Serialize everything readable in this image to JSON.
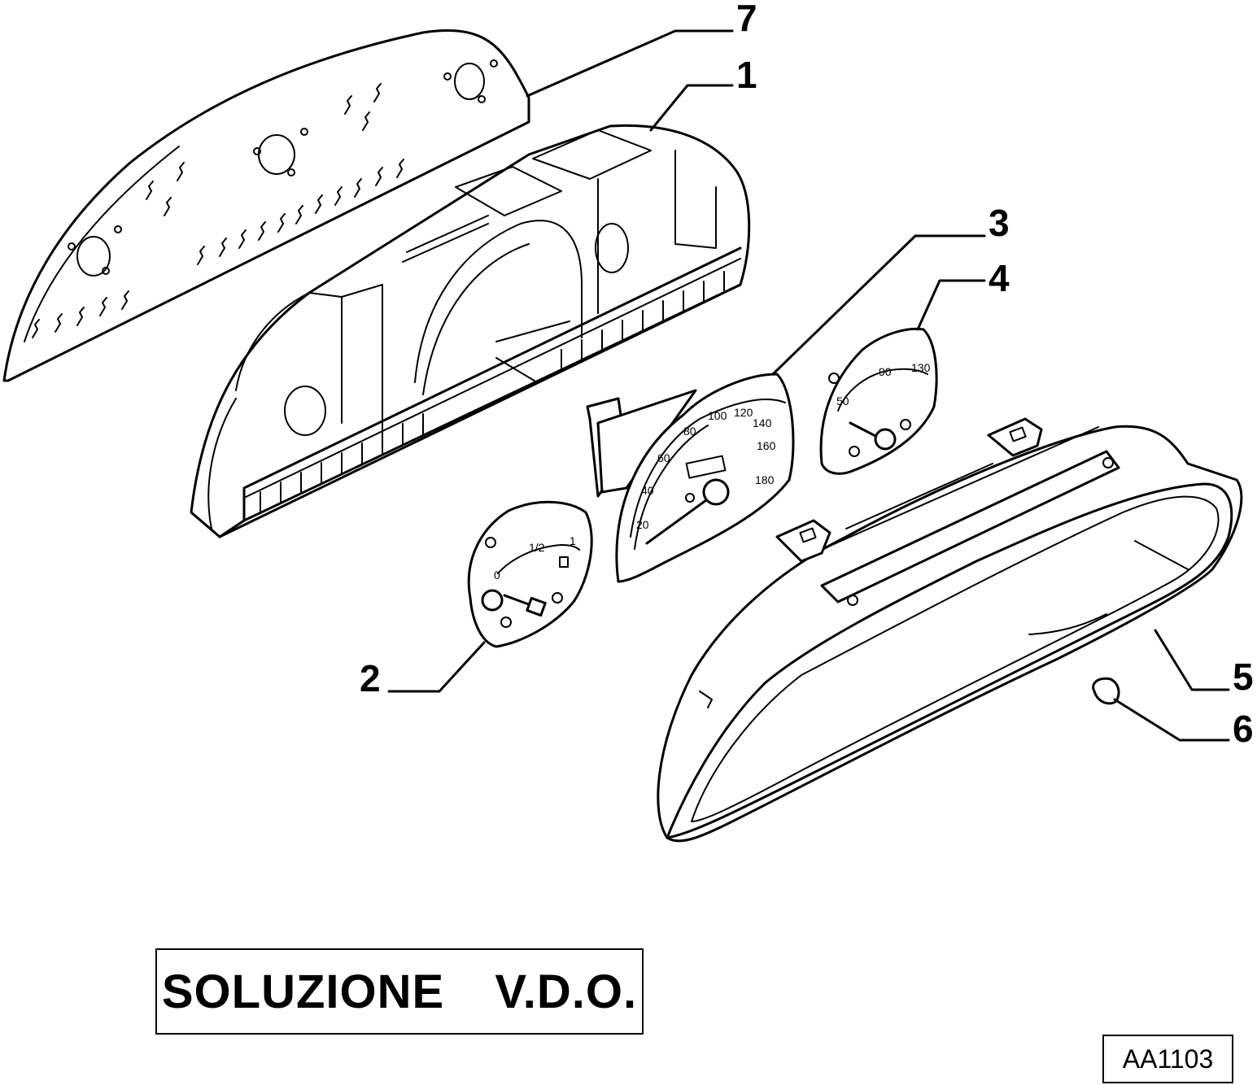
{
  "diagram": {
    "callouts": [
      {
        "id": "7",
        "label": "7"
      },
      {
        "id": "1",
        "label": "1"
      },
      {
        "id": "3",
        "label": "3"
      },
      {
        "id": "4",
        "label": "4"
      },
      {
        "id": "2",
        "label": "2"
      },
      {
        "id": "5",
        "label": "5"
      },
      {
        "id": "6",
        "label": "6"
      }
    ],
    "speedometer_scale": [
      "20",
      "40",
      "60",
      "80",
      "100",
      "120",
      "140",
      "160",
      "180"
    ],
    "tachometer_scale": [
      "50",
      "90",
      "130"
    ],
    "fuel_gauge_scale": [
      "0",
      "1/2",
      "1"
    ],
    "title": "SOLUZIONE  V.D.O.",
    "drawing_code": "AA1103"
  }
}
